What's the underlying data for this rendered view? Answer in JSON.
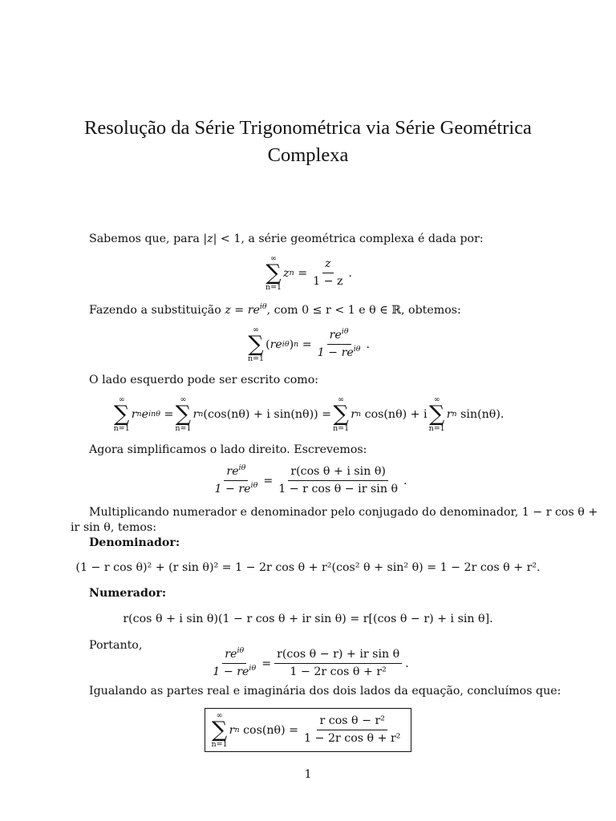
{
  "title": {
    "line1": "Resolução da Série Trigonométrica via Série Geométrica",
    "line2": "Complexa"
  },
  "paragraphs": {
    "p1_pre": "Sabemos que, para |",
    "p1_z": "z",
    "p1_post": "| < 1, a série geométrica complexa é dada por:",
    "p2_pre": "Fazendo a substituição ",
    "p2_mid": ", com 0 ≤ r < 1 e θ ∈ ℝ, obtemos:",
    "p3": "O lado esquerdo pode ser escrito como:",
    "p4": "Agora simplificamos o lado direito. Escrevemos:",
    "p5_line1": "Multiplicando numerador e denominador pelo conjugado do denominador, 1 − r cos θ +",
    "p5_line2": "ir sin θ, temos:",
    "denominador_heading": "Denominador:",
    "numerador_heading": "Numerador:",
    "portanto": "Portanto,",
    "p6": "Igualando as partes real e imaginária dos dois lados da equação, concluímos que:"
  },
  "equations": {
    "sum_top": "∞",
    "sum_bottom": "n=1",
    "eq1_lhs": "z",
    "eq1_num": "z",
    "eq1_den": "1 − z",
    "eq_sub": "z = re",
    "eq2_num": "re",
    "eq2_den": "1 − re",
    "eq3_a": "r",
    "eq3_b": "(cos(nθ) + i sin(nθ)) =",
    "eq3_c": "cos(nθ) + i",
    "eq3_d": "sin(nθ).",
    "eq4_num1": "re",
    "eq4_den1": "1 − re",
    "eq4_num2": "r(cos θ + i sin θ)",
    "eq4_den2": "1 − r cos θ − ir sin θ",
    "eq5": "(1 − r cos θ)² + (r sin θ)² = 1 − 2r cos θ + r²(cos² θ + sin² θ) = 1 − 2r cos θ + r².",
    "eq6": "r(cos θ + i sin θ)(1 − r cos θ + ir sin θ) = r[(cos θ − r) + i sin θ].",
    "eq7_num1": "re",
    "eq7_den1": "1 − re",
    "eq7_num2": "r(cos θ − r) + ir sin θ",
    "eq7_den2": "1 − 2r cos θ + r²",
    "eq8_lhs": "cos(nθ) =",
    "eq8_num": "r cos θ − r²",
    "eq8_den": "1 − 2r cos θ + r²"
  },
  "page_number": "1"
}
